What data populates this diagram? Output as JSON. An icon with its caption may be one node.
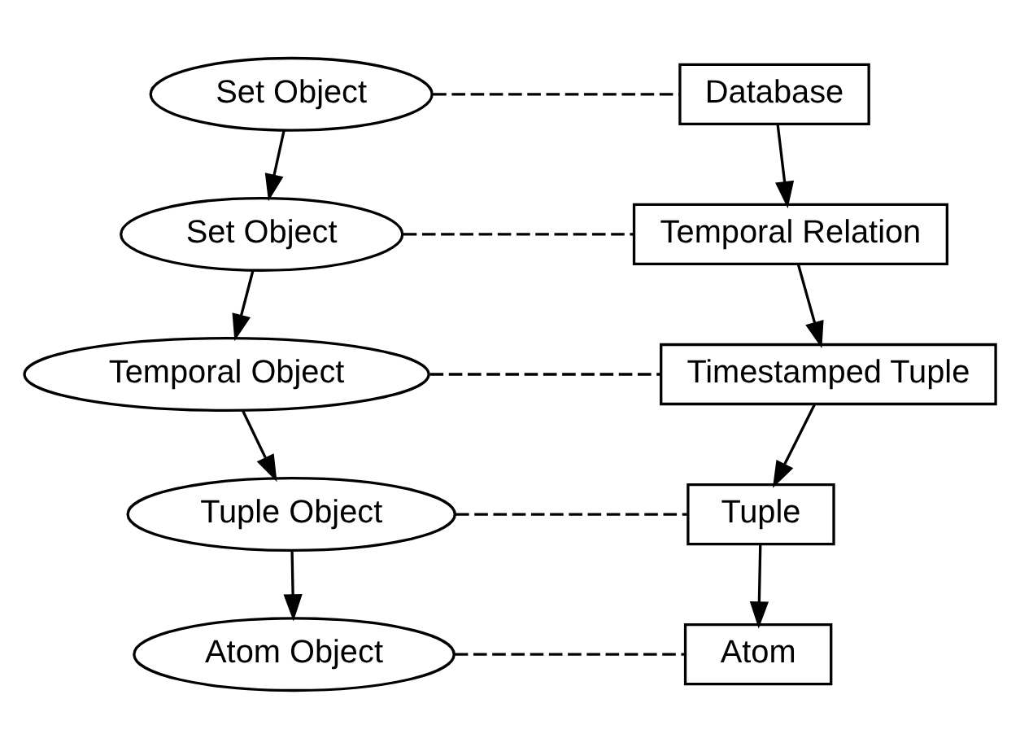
{
  "diagram": {
    "nodes": [
      {
        "text": [
          "Set Object"
        ]
      },
      {
        "text": [
          "Database"
        ]
      },
      {
        "text": [
          "Set Object"
        ]
      },
      {
        "text": [
          "Temporal Relation"
        ]
      },
      {
        "text": [
          "Temporal Object"
        ]
      },
      {
        "text": [
          "Timestamped Tuple"
        ]
      },
      {
        "text": [
          "Tuple Object"
        ]
      },
      {
        "text": [
          "Tuple"
        ]
      },
      {
        "text": [
          "Atom Object"
        ]
      },
      {
        "text": [
          "Atom"
        ]
      }
    ],
    "edges": [
      {
        "from": 0,
        "to": 1,
        "arrow": "none",
        "style": "dashed"
      },
      {
        "from": 0,
        "to": 2,
        "arrow": "to"
      },
      {
        "from": 1,
        "to": 3,
        "arrow": "to"
      },
      {
        "from": 2,
        "to": 3,
        "arrow": "none",
        "style": "dashed"
      },
      {
        "from": 2,
        "to": 4,
        "arrow": "to"
      },
      {
        "from": 3,
        "to": 5,
        "arrow": "to"
      },
      {
        "from": 4,
        "to": 5,
        "arrow": "none",
        "style": "dashed"
      },
      {
        "from": 4,
        "to": 6,
        "arrow": "to"
      },
      {
        "from": 5,
        "to": 7,
        "arrow": "to"
      },
      {
        "from": 6,
        "to": 7,
        "arrow": "none",
        "style": "dashed"
      },
      {
        "from": 6,
        "to": 8,
        "arrow": "to"
      },
      {
        "from": 7,
        "to": 9,
        "arrow": "to"
      },
      {
        "from": 8,
        "to": 9,
        "arrow": "none",
        "style": "dashed"
      }
    ]
  }
}
